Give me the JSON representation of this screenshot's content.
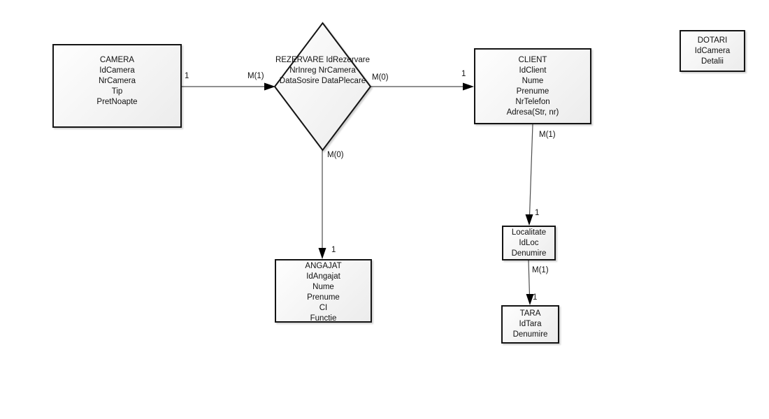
{
  "diagram": {
    "entities": {
      "camera": {
        "title": "CAMERA",
        "attrs": [
          "IdCamera",
          "NrCamera",
          "Tip",
          "PretNoapte"
        ]
      },
      "rezervare": {
        "title": "REZERVARE",
        "attrs": [
          "IdRezervare",
          "NrInreg",
          "NrCamera",
          "DataSosire",
          "DataPlecare"
        ]
      },
      "client": {
        "title": "CLIENT",
        "attrs": [
          "IdClient",
          "Nume",
          "Prenume",
          "NrTelefon",
          "Adresa(Str, nr)"
        ]
      },
      "dotari": {
        "title": "DOTARI",
        "attrs": [
          "IdCamera",
          "Detalii"
        ]
      },
      "angajat": {
        "title": "ANGAJAT",
        "attrs": [
          "IdAngajat",
          "Nume",
          "Prenume",
          "CI",
          "Functie"
        ]
      },
      "localitate": {
        "title": "Localitate",
        "attrs": [
          "IdLoc",
          "Denumire"
        ]
      },
      "tara": {
        "title": "TARA",
        "attrs": [
          "IdTara",
          "Denumire"
        ]
      }
    },
    "labels": {
      "camera_one": "1",
      "camera_m1": "M(1)",
      "client_m0": "M(0)",
      "client_one": "1",
      "client_m1": "M(1)",
      "angajat_m0": "M(0)",
      "angajat_one": "1",
      "localitate_one": "1",
      "tara_m1": "M(1)",
      "tara_one": "1"
    },
    "colors": {
      "border": "#141414",
      "line": "#4d4d4d",
      "fill_light": "#fefefe",
      "fill_dark": "#ececec",
      "background": "#ffffff"
    }
  }
}
